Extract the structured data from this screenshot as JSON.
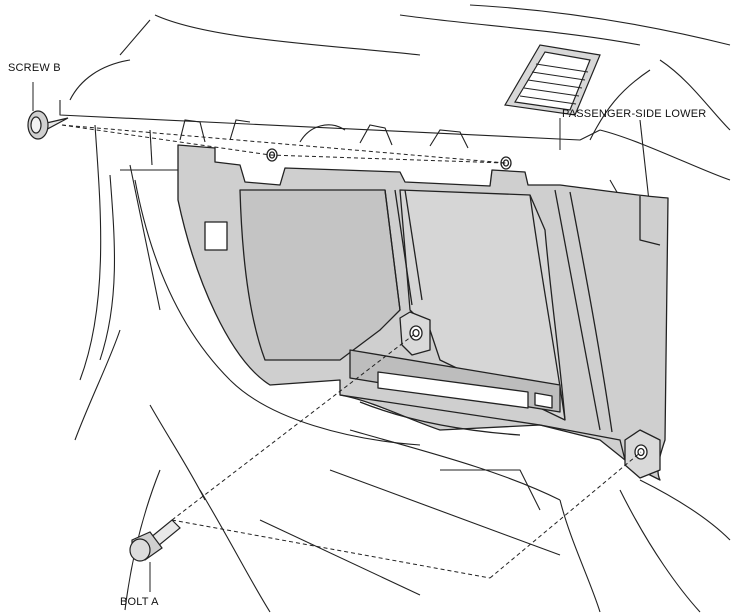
{
  "labels": {
    "screw_b": "SCREW B",
    "passenger_side_lower": "PASSENGER-SIDE LOWER",
    "bolt_a": "BOLT A"
  },
  "colors": {
    "line": "#222222",
    "panel_fill": "#cfcfcf",
    "panel_shade": "#b9b9b9",
    "background": "#ffffff"
  }
}
